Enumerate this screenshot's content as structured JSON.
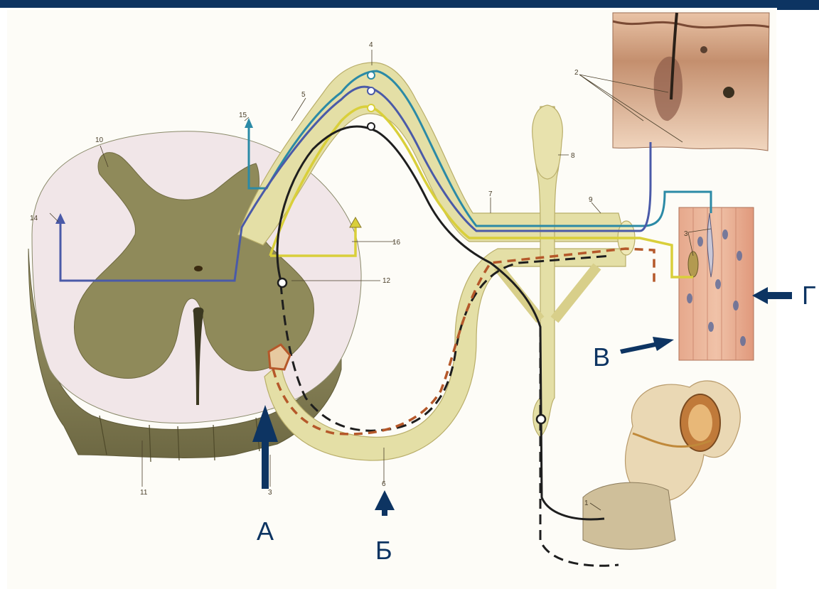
{
  "colors": {
    "bar": "#0d3462",
    "paper": "#fdfcf7",
    "nerve": "#e4dfa6",
    "nerve_edge": "#b9ae6a",
    "gray_matter": "#8f8a5a",
    "white_matter": "#f0e6e8",
    "afferent_teal": "#2b8aa6",
    "afferent_blue": "#4a5aa8",
    "afferent_yellow": "#d9cf3a",
    "efferent_black": "#1e1e1e",
    "efferent_red": "#b5582a",
    "arrow": "#0d3462"
  },
  "callouts": {
    "1": "1",
    "2": "2",
    "3a": "3",
    "3b": "3",
    "4": "4",
    "5": "5",
    "6": "6",
    "7": "7",
    "8": "8",
    "9": "9",
    "10": "10",
    "11": "11",
    "12": "12",
    "14": "14",
    "15": "15",
    "16": "16"
  },
  "markers": {
    "A": "А",
    "B": "Б",
    "V": "В",
    "G": "Г"
  },
  "icons": {
    "arrow_up": "arrow-up-icon",
    "arrow_right": "arrow-right-icon",
    "arrow_left": "arrow-left-icon"
  }
}
